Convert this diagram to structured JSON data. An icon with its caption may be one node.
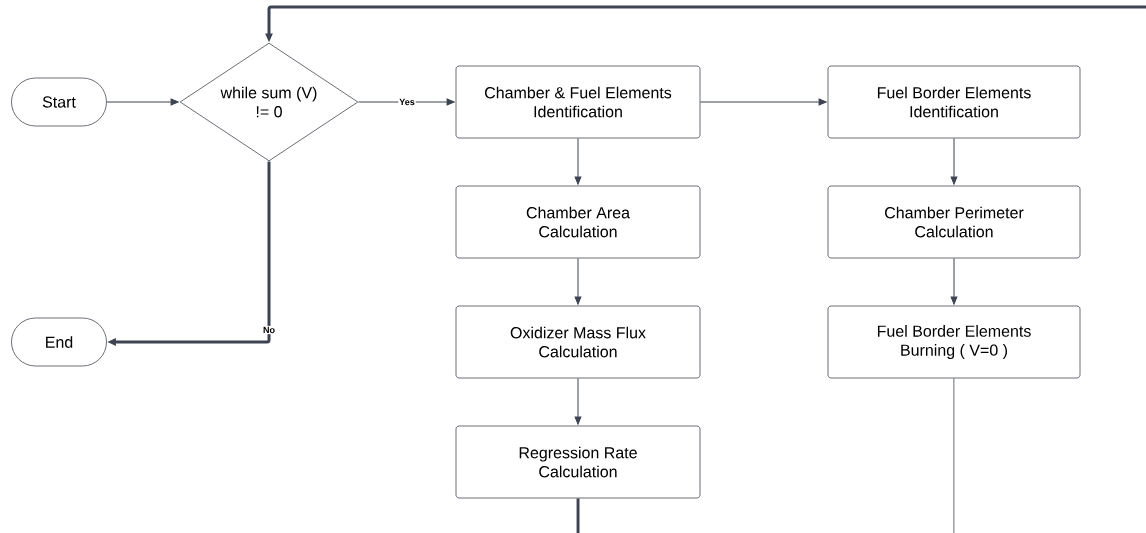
{
  "diagram": {
    "nodes": [
      {
        "text": [
          "Start"
        ]
      },
      {
        "text": [
          "while sum (V) != 0"
        ]
      },
      {
        "text": [
          "Chamber & Fuel Elements Identification"
        ]
      },
      {
        "text": [
          "Chamber Area Calculation"
        ]
      },
      {
        "text": [
          "Oxidizer Mass Flux Calculation"
        ]
      },
      {
        "text": [
          "Regression Rate Calculation"
        ]
      },
      {
        "text": [
          "Fuel Border Elements Identification"
        ]
      },
      {
        "text": [
          "Chamber Perimeter Calculation"
        ]
      },
      {
        "text": [
          "Fuel Border Elements Burning ( V=0 )"
        ]
      },
      {
        "text": [
          "End"
        ]
      }
    ],
    "edges": [
      {
        "from": 0,
        "to": 1,
        "arrow": "to"
      },
      {
        "from": 1,
        "to": 2,
        "arrow": "to",
        "label": "Yes"
      },
      {
        "from": 2,
        "to": 3,
        "arrow": "to"
      },
      {
        "from": 3,
        "to": 4,
        "arrow": "to"
      },
      {
        "from": 4,
        "to": 5,
        "arrow": "to"
      },
      {
        "from": 2,
        "to": 6,
        "arrow": "to"
      },
      {
        "from": 6,
        "to": 7,
        "arrow": "to"
      },
      {
        "from": 7,
        "to": 8,
        "arrow": "to"
      },
      {
        "from": 1,
        "to": 9,
        "arrow": "to",
        "label": "No",
        "style": "thick"
      },
      {
        "from": 5,
        "to": null,
        "arrow": "none",
        "style": "thick"
      },
      {
        "from": 8,
        "to": null,
        "arrow": "none"
      },
      {
        "from": null,
        "to": 1,
        "arrow": "to",
        "style": "thick"
      }
    ]
  }
}
